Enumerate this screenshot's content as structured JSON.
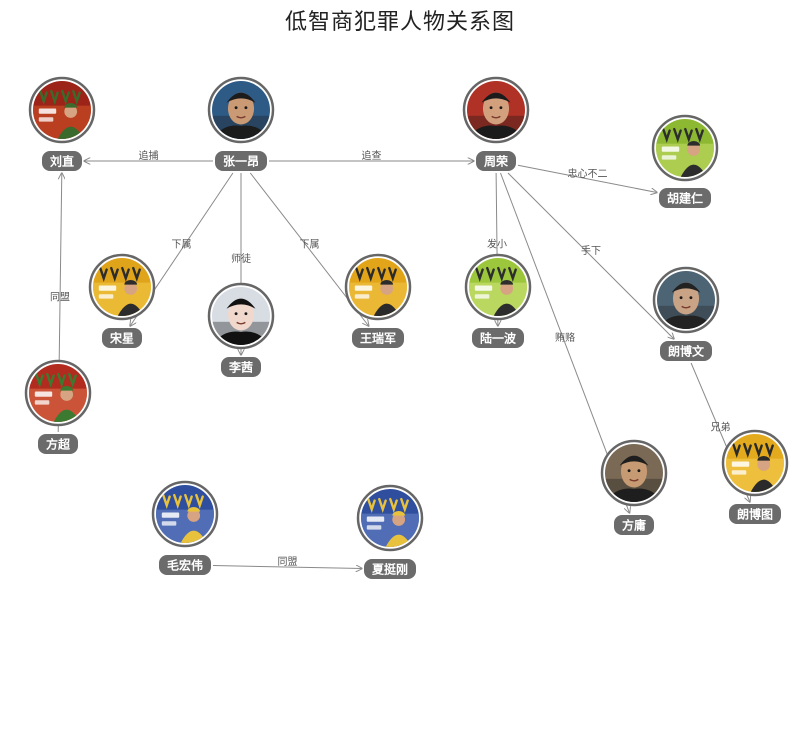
{
  "title": "低智商犯罪人物关系图",
  "nodes": [
    {
      "id": "liuzhi",
      "name": "刘直",
      "type": "poster",
      "colors": [
        "#9b2318",
        "#d4582a",
        "#3b6b2c"
      ]
    },
    {
      "id": "zhangyiang",
      "name": "张一昂",
      "type": "portrait",
      "colors": [
        "#2e5a86",
        "#c99a74",
        "#1c1c1c"
      ]
    },
    {
      "id": "zhourong",
      "name": "周荣",
      "type": "portrait",
      "colors": [
        "#b03126",
        "#d3a07e",
        "#1b1b1b"
      ]
    },
    {
      "id": "hujianren",
      "name": "胡建仁",
      "type": "poster",
      "colors": [
        "#8cb832",
        "#c8de6a",
        "#2d2d2d"
      ]
    },
    {
      "id": "songxing",
      "name": "宋星",
      "type": "poster",
      "colors": [
        "#e0a41b",
        "#f4cc48",
        "#2c2c2c"
      ]
    },
    {
      "id": "lixi",
      "name": "李茜",
      "type": "portrait",
      "colors": [
        "#d8dde4",
        "#f1d8cc",
        "#111111"
      ]
    },
    {
      "id": "wangruijun",
      "name": "王瑞军",
      "type": "poster",
      "colors": [
        "#e2a51a",
        "#f3c84c",
        "#2b2b2b"
      ]
    },
    {
      "id": "luyibo",
      "name": "陆一波",
      "type": "poster",
      "colors": [
        "#9cc63b",
        "#d3e77d",
        "#2d2d2d"
      ]
    },
    {
      "id": "langbowen",
      "name": "朗博文",
      "type": "portrait",
      "colors": [
        "#4d6475",
        "#c9a385",
        "#222222"
      ]
    },
    {
      "id": "fangchao",
      "name": "方超",
      "type": "poster",
      "colors": [
        "#b12b1f",
        "#e0744a",
        "#3c7a31"
      ]
    },
    {
      "id": "fangyong",
      "name": "方庸",
      "type": "portrait",
      "colors": [
        "#7a6a55",
        "#c69a72",
        "#1e1e1e"
      ]
    },
    {
      "id": "langbotu",
      "name": "朗博图",
      "type": "poster",
      "colors": [
        "#e3aa1d",
        "#f5d055",
        "#2a2a2a"
      ]
    },
    {
      "id": "maohongwei",
      "name": "毛宏伟",
      "type": "poster",
      "colors": [
        "#2f4f9e",
        "#6b86c8",
        "#e8c23c"
      ]
    },
    {
      "id": "xiatinggang",
      "name": "夏挺刚",
      "type": "poster",
      "colors": [
        "#2f4f9e",
        "#6b86c8",
        "#e8c23c"
      ]
    }
  ],
  "edges": [
    {
      "source": "zhangyiang",
      "target": "liuzhi",
      "label": "追捕"
    },
    {
      "source": "zhangyiang",
      "target": "zhourong",
      "label": "追查"
    },
    {
      "source": "zhourong",
      "target": "hujianren",
      "label": "忠心不二"
    },
    {
      "source": "zhangyiang",
      "target": "songxing",
      "label": "下属"
    },
    {
      "source": "zhangyiang",
      "target": "lixi",
      "label": "师徒"
    },
    {
      "source": "zhangyiang",
      "target": "wangruijun",
      "label": "下属"
    },
    {
      "source": "zhourong",
      "target": "luyibo",
      "label": "发小"
    },
    {
      "source": "zhourong",
      "target": "langbowen",
      "label": "手下"
    },
    {
      "source": "zhourong",
      "target": "fangyong",
      "label": "贿赂"
    },
    {
      "source": "langbowen",
      "target": "langbotu",
      "label": "兄弟"
    },
    {
      "source": "fangchao",
      "target": "liuzhi",
      "label": "同盟"
    },
    {
      "source": "maohongwei",
      "target": "xiatinggang",
      "label": "同盟"
    }
  ]
}
